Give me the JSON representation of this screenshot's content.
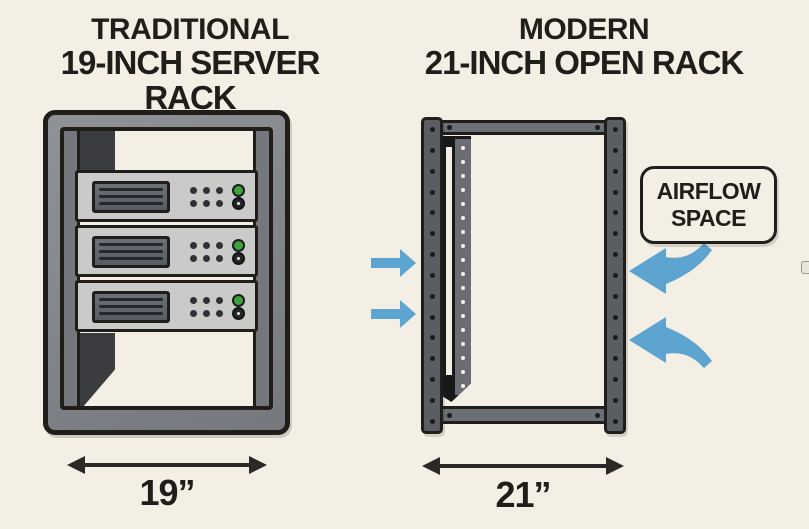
{
  "palette": {
    "background": "#f4efe4",
    "ink": "#201e1b",
    "frame_gray": "#84878c",
    "post_gray": "#74777c",
    "charcoal": "#3a3c40",
    "server_body": "#cacac8",
    "vent_fill": "#5f656b",
    "vent_line": "#24272b",
    "dot_dark": "#2e3136",
    "led_green": "#3da43a",
    "button_dark": "#24272a",
    "rack_post": "#5a5e63",
    "rack_rail": "#6b7075",
    "rack_inner_post": "#6a6e73",
    "bracket_black": "#17181a",
    "hole_black": "#1a1b1d",
    "hole_white": "#f6f1e6",
    "arrow_blue": "#5ea4d0",
    "dim_ink": "#2b2926"
  },
  "left_panel": {
    "title_line1": "TRADITIONAL",
    "title_line2": "19-INCH SERVER RACK",
    "dimension_label": "19”",
    "server_count": 3,
    "server": {
      "small_leds_per_row": 3,
      "led_rows": 2,
      "vent_line_count": 3
    }
  },
  "right_panel": {
    "title_line1": "MODERN",
    "title_line2": "21-INCH OPEN RACK",
    "dimension_label": "21”",
    "outer_post_hole_count": 15,
    "inner_post_hole_count": 18,
    "rail_hole_count": 2,
    "inflow_arrow_count": 2,
    "airflow_line1": "AIRFLOW",
    "airflow_line2": "SPACE"
  }
}
